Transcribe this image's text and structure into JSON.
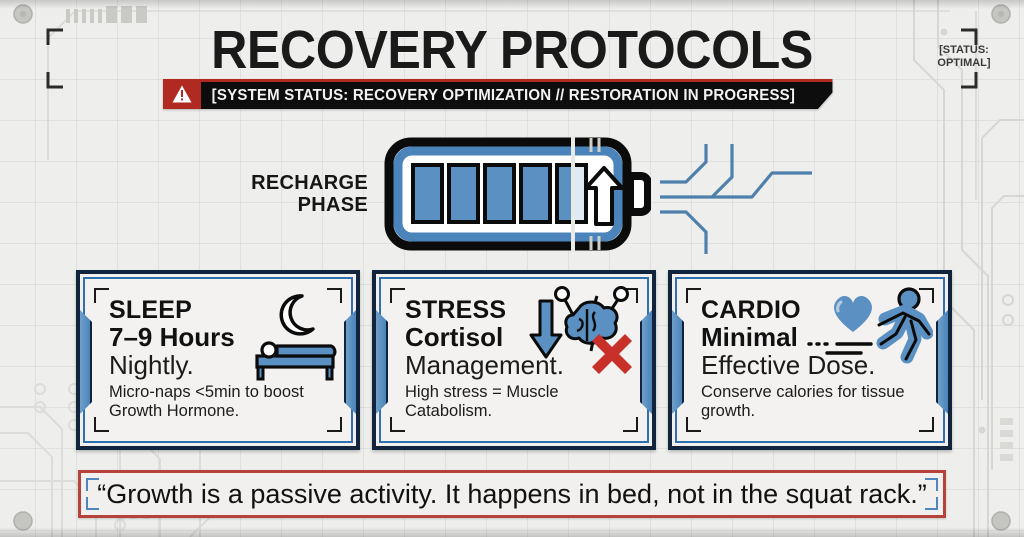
{
  "header": {
    "title": "RECOVERY PROTOCOLS",
    "status_banner": "[SYSTEM STATUS: RECOVERY OPTIMIZATION // RESTORATION IN PROGRESS]",
    "warning_icon": "warning-triangle-icon",
    "corner_status": "[STATUS: OPTIMAL]"
  },
  "battery_section": {
    "label_line1": "RECHARGE",
    "label_line2": "PHASE",
    "battery_icon": "battery-charging-icon",
    "charge_bars_total": 6,
    "charge_bars_filled": 5,
    "arrow_icon": "arrow-up-icon",
    "circuit_icon": "circuit-trace-icon"
  },
  "cards": [
    {
      "kicker": "SLEEP",
      "headline": "7–9 Hours",
      "subline": "Nightly.",
      "body": "Micro-naps <5min to boost Growth Hormone.",
      "icons": [
        "moon-icon",
        "bed-icon"
      ]
    },
    {
      "kicker": "STRESS",
      "headline": "Cortisol",
      "subline": "Management.",
      "body": "High stress = Muscle Catabolism.",
      "icons": [
        "arrow-down-icon",
        "brain-icon",
        "red-x-icon"
      ]
    },
    {
      "kicker": "CARDIO",
      "headline": "Minimal",
      "subline": "Effective Dose.",
      "body": "Conserve calories for tissue growth.",
      "icons": [
        "heart-icon",
        "runner-icon"
      ]
    }
  ],
  "quote": {
    "text": "“Growth is a passive activity. It happens in bed, not in the squat rack.”"
  },
  "colors": {
    "accent_blue": "#4a84ba",
    "dark_navy": "#12233e",
    "alert_red": "#b02a22",
    "quote_red": "#b5433c",
    "background": "#eeeeec"
  }
}
